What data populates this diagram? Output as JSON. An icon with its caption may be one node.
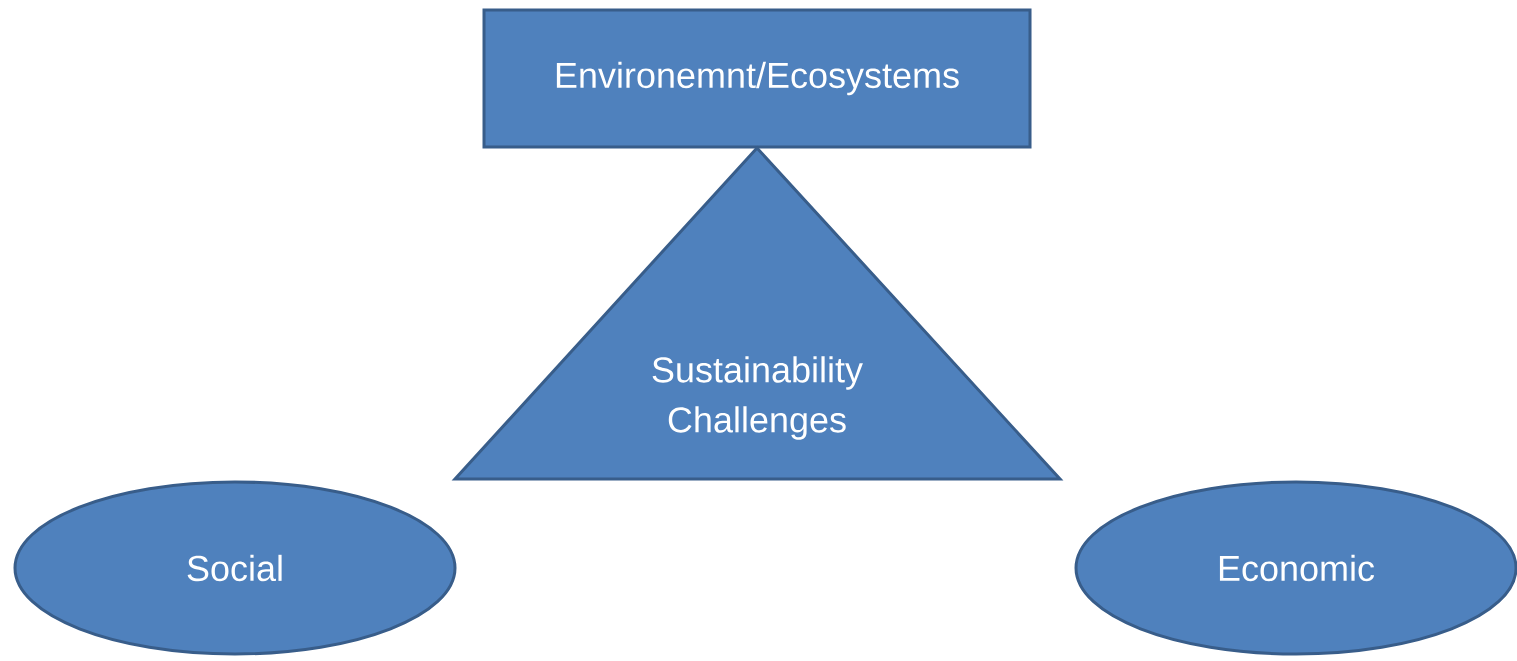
{
  "diagram": {
    "nodes": [
      {
        "text": [
          "Environemnt/Ecosystems"
        ]
      },
      {
        "text": [
          "Sustainability Challenges"
        ]
      },
      {
        "text": [
          "Social"
        ]
      },
      {
        "text": [
          "Economic"
        ]
      }
    ]
  }
}
